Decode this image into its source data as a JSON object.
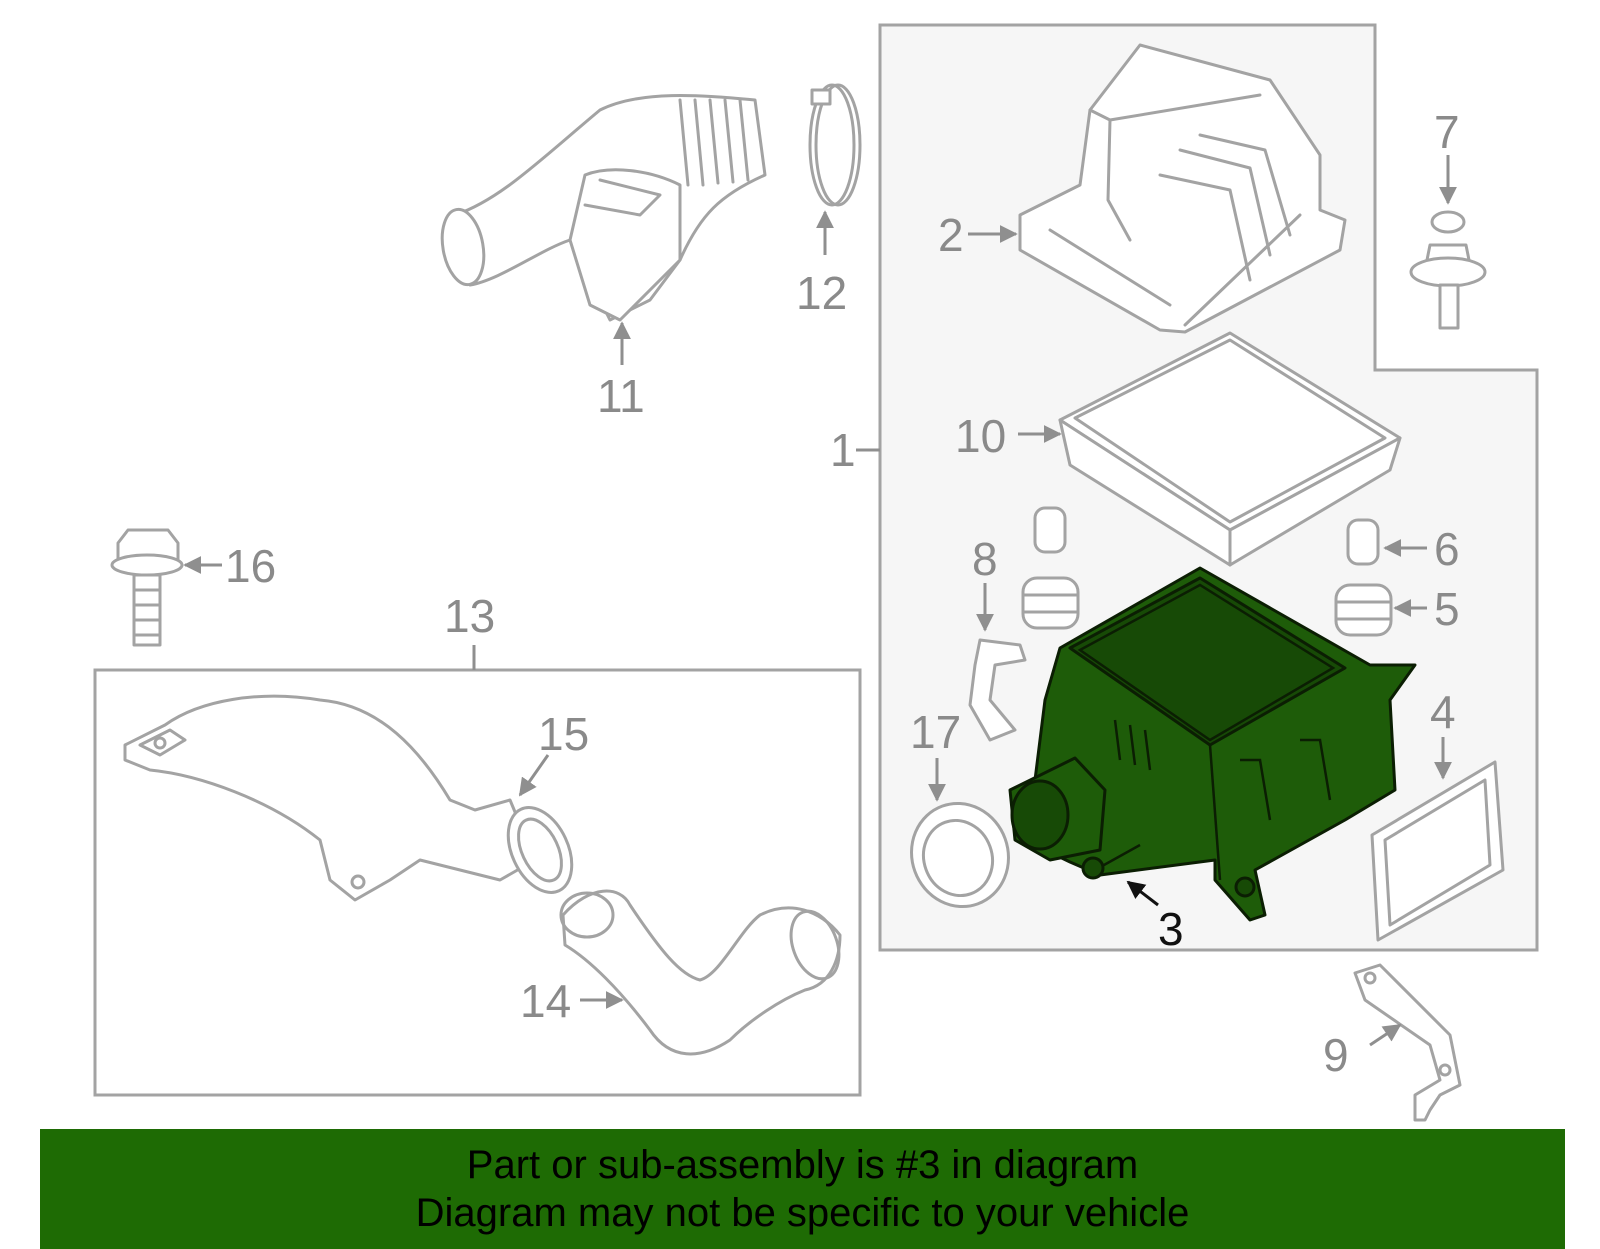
{
  "callouts": {
    "c1": "1",
    "c2": "2",
    "c3": "3",
    "c4": "4",
    "c5": "5",
    "c6": "6",
    "c7": "7",
    "c8": "8",
    "c9": "9",
    "c10": "10",
    "c11": "11",
    "c12": "12",
    "c13": "13",
    "c14": "14",
    "c15": "15",
    "c16": "16",
    "c17": "17"
  },
  "highlighted_part": "3",
  "colors": {
    "highlight": "#1e5c09",
    "banner": "#1e6b04",
    "line": "#a3a3a3"
  },
  "banner": {
    "line1": "Part or sub-assembly is #3 in diagram",
    "line2": "Diagram may not be specific to your vehicle"
  }
}
